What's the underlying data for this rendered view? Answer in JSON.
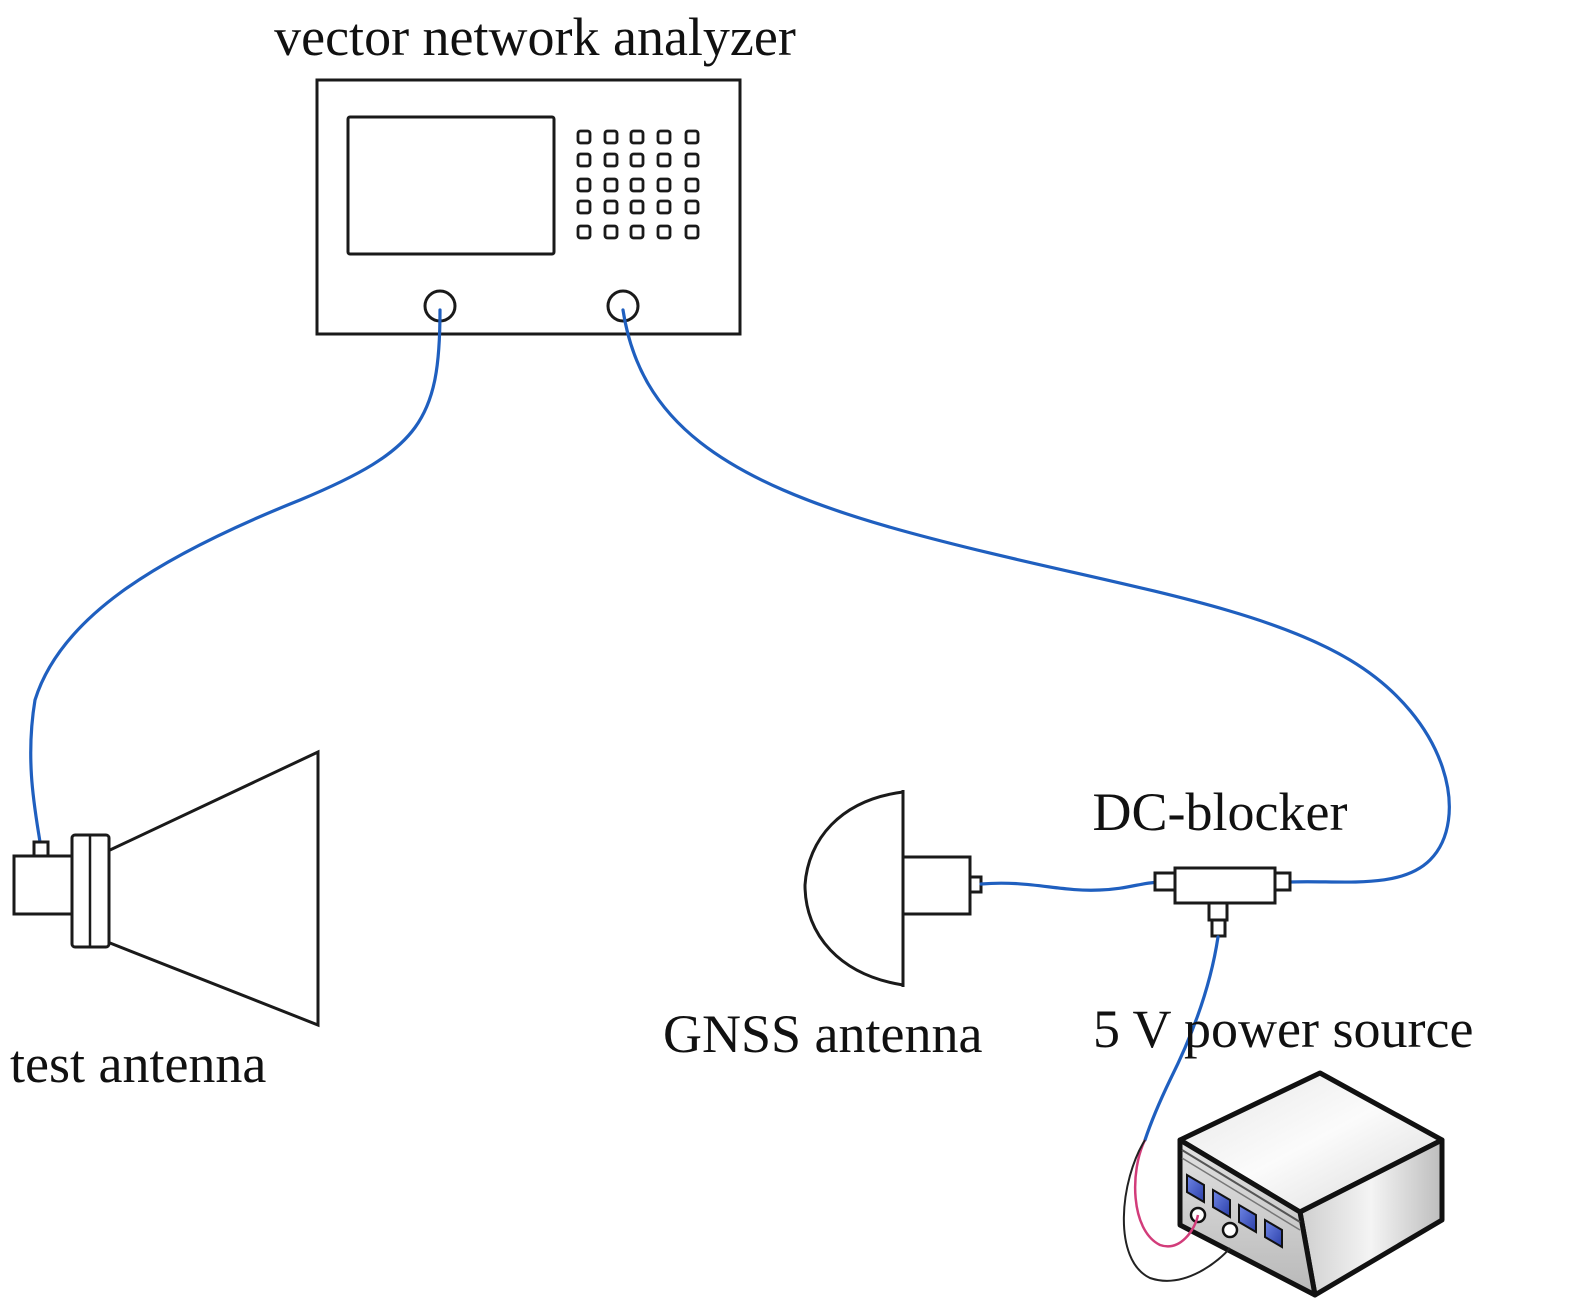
{
  "labels": {
    "vna": "vector network analyzer",
    "test_antenna": "test antenna",
    "dc_blocker": "DC-blocker",
    "gnss_antenna": "GNSS antenna",
    "power_source": "5 V power source"
  },
  "components": [
    {
      "id": "vna",
      "name": "vector network analyzer",
      "ports": 2,
      "keypad_rows": 5,
      "keypad_cols": 5
    },
    {
      "id": "test_antenna",
      "name": "test antenna",
      "type": "horn antenna"
    },
    {
      "id": "gnss_antenna",
      "name": "GNSS antenna",
      "type": "dome antenna"
    },
    {
      "id": "dc_blocker",
      "name": "DC-blocker",
      "ports": 3
    },
    {
      "id": "power_source",
      "name": "5 V power source",
      "front_buttons": 4
    }
  ],
  "connections": [
    {
      "from": "vna.port1",
      "to": "test_antenna"
    },
    {
      "from": "vna.port2",
      "to": "dc_blocker.rf"
    },
    {
      "from": "gnss_antenna",
      "to": "dc_blocker.in"
    },
    {
      "from": "dc_blocker.dc",
      "to": "power_source"
    }
  ],
  "colors": {
    "cable": "#1f5fbf",
    "power_lead_red": "#d23c7a",
    "power_lead_black": "#222222",
    "line": "#1a1a1a",
    "button_blue": "#3a56c8"
  }
}
